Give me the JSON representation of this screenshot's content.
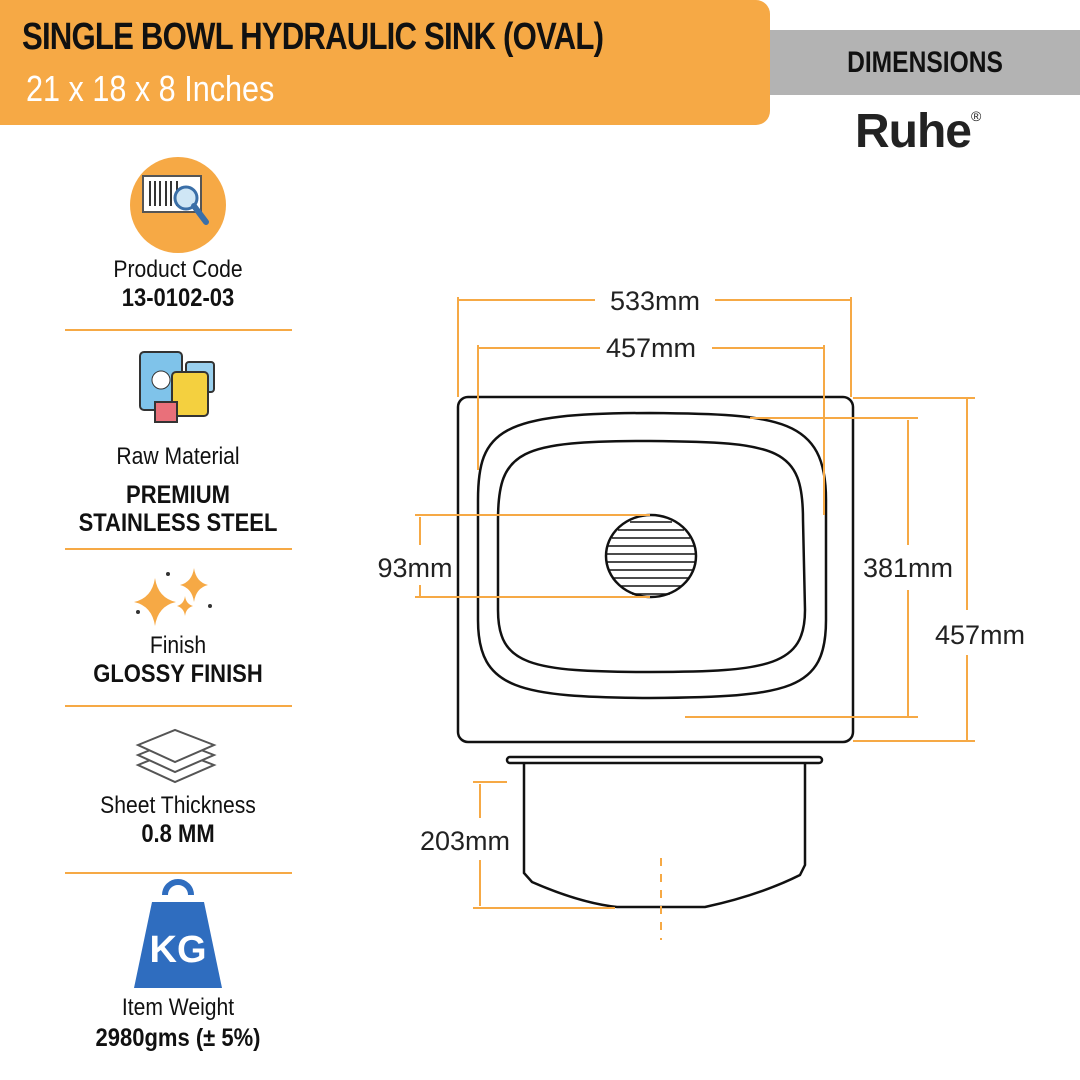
{
  "header": {
    "title": "SINGLE BOWL HYDRAULIC SINK (OVAL)",
    "subtitle": "21 x 18 x 8 Inches",
    "section": "DIMENSIONS",
    "brand": "Ruhe",
    "registered": "®"
  },
  "specs": [
    {
      "label": "Product Code",
      "value": "13-0102-03",
      "icon": "barcode-search-icon"
    },
    {
      "label": "Raw Material",
      "value_lines": [
        "PREMIUM",
        "STAINLESS STEEL"
      ],
      "icon": "material-drums-icon"
    },
    {
      "label": "Finish",
      "value": "GLOSSY FINISH",
      "icon": "sparkle-icon"
    },
    {
      "label": "Sheet Thickness",
      "value": "0.8 MM",
      "icon": "sheet-layers-icon"
    },
    {
      "label": "Item Weight",
      "value": "2980gms (± 5%)",
      "icon": "kg-weight-icon",
      "icon_text": "KG"
    }
  ],
  "diagram": {
    "overall_width": "533mm",
    "bowl_width": "457mm",
    "drain": "93mm",
    "bowl_length": "381mm",
    "overall_length": "457mm",
    "depth": "203mm",
    "accent": "#F6A945"
  }
}
